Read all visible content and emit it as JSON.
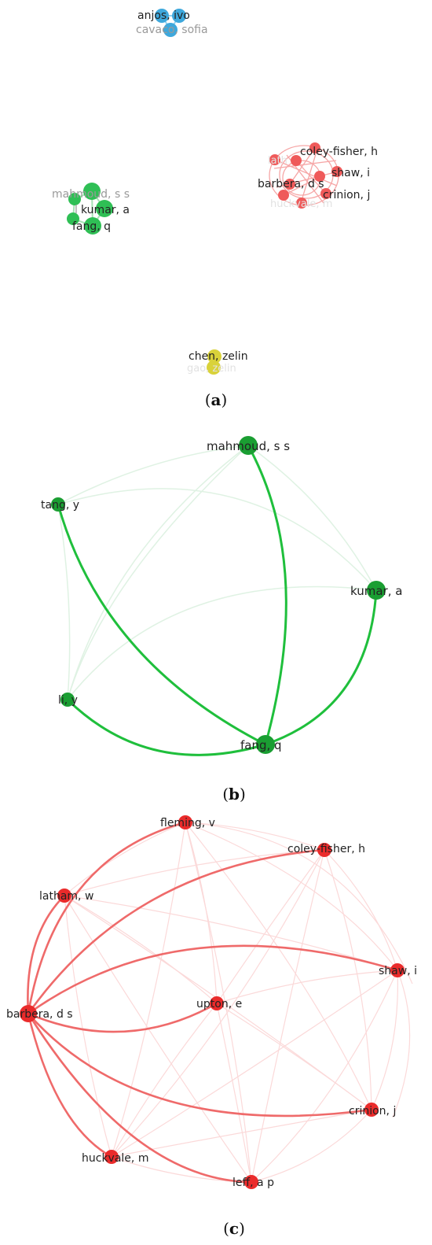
{
  "panels": {
    "a": {
      "caption": {
        "open": "(",
        "letter": "a",
        "close": ")"
      },
      "clusters": {
        "blue": {
          "color": "#3ea8dc",
          "labels": [
            "anjos, ivo",
            "cavaco, sofia"
          ]
        },
        "green": {
          "color": "#2fbf55",
          "labels": [
            "mahmoud, s s",
            "kumar, a",
            "fang, q",
            "l"
          ]
        },
        "red": {
          "color": "#ef5a5a",
          "labels": [
            "coley-fisher, h",
            "lath",
            "shaw, i",
            "barbera, d s",
            "crinion, j",
            "huckvale, m"
          ]
        },
        "yellow": {
          "color": "#d9d23a",
          "labels": [
            "chen, zelin",
            "gao, zelin"
          ]
        }
      }
    },
    "b": {
      "caption": {
        "open": "(",
        "letter": "b",
        "close": ")"
      },
      "color": "#1fbf3c",
      "nodes": [
        "mahmoud, s s",
        "tang, y",
        "kumar, a",
        "li, y",
        "fang, q"
      ]
    },
    "c": {
      "caption": {
        "open": "(",
        "letter": "c",
        "close": ")"
      },
      "color": "#ef4a4a",
      "nodes": [
        "fleming, v",
        "coley-fisher, h",
        "latham, w",
        "shaw, i",
        "upton, e",
        "barbera, d s",
        "crinion, j",
        "huckvale, m",
        "leff, a p"
      ]
    }
  }
}
